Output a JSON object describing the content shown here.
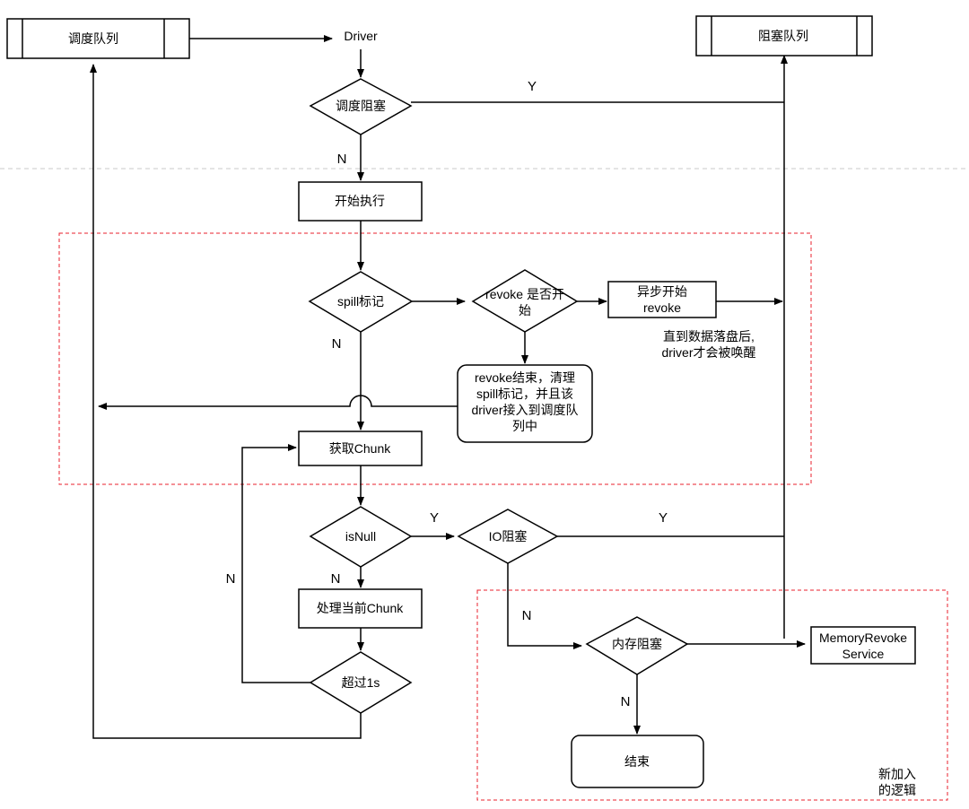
{
  "nodes": {
    "schedule_queue": "调度队列",
    "driver": "Driver",
    "block_queue": "阻塞队列",
    "schedule_block": "调度阻塞",
    "start_exec": "开始执行",
    "spill_mark": "spill标记",
    "revoke_started": [
      "revoke 是否开",
      "始"
    ],
    "async_revoke": [
      "异步开始",
      "revoke"
    ],
    "revoke_end": [
      "revoke结束，清理",
      "spill标记，并且该",
      "driver接入到调度队",
      "列中"
    ],
    "get_chunk": "获取Chunk",
    "is_null": "isNull",
    "io_block": "IO阻塞",
    "process_chunk": "处理当前Chunk",
    "over_1s": "超过1s",
    "mem_block": "内存阻塞",
    "memory_revoke_service": [
      "MemoryRevoke",
      "Service"
    ],
    "end": "结束"
  },
  "notes": {
    "wait_until_flushed": [
      "直到数据落盘后,",
      "driver才会被唤醒"
    ],
    "new_logic": [
      "新加入",
      "的逻辑"
    ]
  },
  "edge_labels": {
    "yes": "Y",
    "no": "N"
  },
  "colors": {
    "line": "#000000",
    "region_border": "#e8212e",
    "separator": "#c8c8c8"
  }
}
